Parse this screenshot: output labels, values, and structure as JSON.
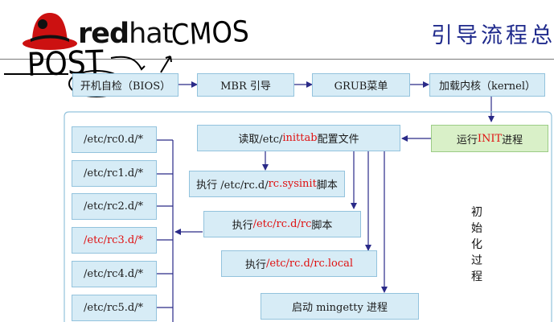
{
  "title": "引导流程总",
  "logo": {
    "bold": "red",
    "light": "hat"
  },
  "handwriting": {
    "cmos": "CMOS",
    "post": "POST"
  },
  "row1": {
    "box1": "开机自检（BIOS）",
    "box2": "MBR 引导",
    "box3": "GRUB菜单",
    "box4": "加载内核（kernel）"
  },
  "init_box": {
    "pre": "运行 ",
    "highlight": "INIT",
    "post": " 进程"
  },
  "inittab_box": {
    "pre": "读取/etc/",
    "highlight": "inittab",
    "post": "配置文件"
  },
  "sysinit_box": {
    "pre": "执行 /etc/rc.d/",
    "highlight": "rc.sysinit",
    "post": " 脚本"
  },
  "rc_box": {
    "pre": "执行",
    "highlight": "/etc/rc.d/rc",
    "post": "脚本"
  },
  "rclocal_box": {
    "pre": "执行",
    "highlight1": "/etc/rc.d/",
    "highlight2": "rc.local"
  },
  "mingetty_box": "启动 mingetty 进程",
  "rc_dirs": [
    "/etc/rc0.d/*",
    "/etc/rc1.d/*",
    "/etc/rc2.d/*",
    "/etc/rc3.d/*",
    "/etc/rc4.d/*",
    "/etc/rc5.d/*"
  ],
  "rc_dir_highlight_index": 3,
  "side_text": [
    "初",
    "始",
    "化",
    "过",
    "程"
  ],
  "colors": {
    "box_fill": "#d7ecf6",
    "green_fill": "#d9f0c8",
    "arrow": "#2a2a88",
    "highlight": "#e01010",
    "title": "#1f2a8c"
  }
}
